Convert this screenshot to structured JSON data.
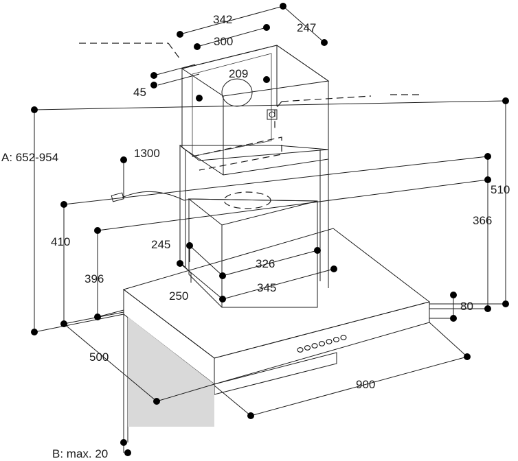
{
  "dimensions": {
    "d342": "342",
    "d300": "300",
    "d247": "247",
    "d209": "209",
    "d45": "45",
    "d1300": "1300",
    "dA": "A: 652-954",
    "d510": "510",
    "d366": "366",
    "d410": "410",
    "d396": "396",
    "d245": "245",
    "d326": "326",
    "d345": "345",
    "d250": "250",
    "d80": "80",
    "d500": "500",
    "d900": "900",
    "dB": "B: max. 20"
  },
  "control_buttons": 7
}
